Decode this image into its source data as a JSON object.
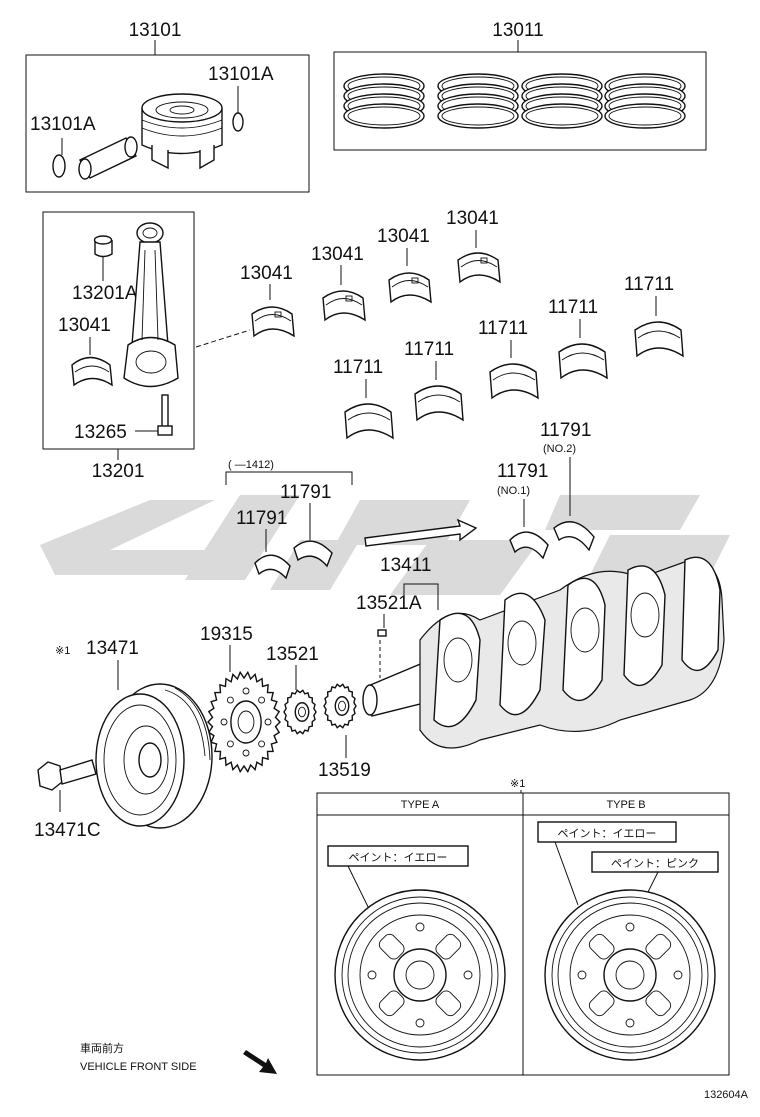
{
  "labels": {
    "p13101": "13101",
    "p13011": "13011",
    "p13101A_right": "13101A",
    "p13101A_left": "13101A",
    "p13201A": "13201A",
    "p13041_rod": "13041",
    "p13265": "13265",
    "p13201": "13201",
    "p13041_1": "13041",
    "p13041_2": "13041",
    "p13041_3": "13041",
    "p13041_4": "13041",
    "p11711_1": "11711",
    "p11711_2": "11711",
    "p11711_3": "11711",
    "p11711_4": "11711",
    "p11711_5": "11711",
    "range_note": "(     —1412)",
    "p11791_a": "11791",
    "p11791_b": "11791",
    "p11791_no1": "11791",
    "no1": "(NO.1)",
    "p11791_no2": "11791",
    "no2": "(NO.2)",
    "p13411": "13411",
    "p13521A": "13521A",
    "p13521": "13521",
    "p13519": "13519",
    "p19315": "19315",
    "ref1_mark": "※1",
    "p13471": "13471",
    "p13471C": "13471C",
    "type_box_mark": "※1",
    "type_a": "TYPE A",
    "type_b": "TYPE B",
    "paint_yellow_a": "ペイント：イエロー",
    "paint_yellow_b": "ペイント：イエロー",
    "paint_pink_b": "ペイント：ピンク",
    "front_jp": "車両前方",
    "front_en": "VEHICLE FRONT SIDE",
    "figure_id": "132604A"
  },
  "colors": {
    "line": "#111111",
    "watermark": "#d9d9d9",
    "background": "#ffffff"
  }
}
